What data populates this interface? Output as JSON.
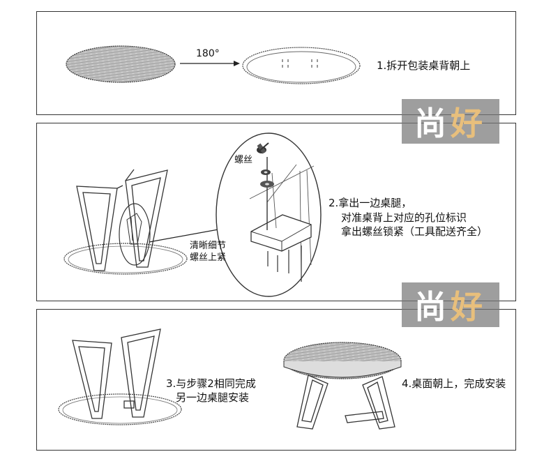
{
  "step1": {
    "rotate": "180°",
    "text": "1.拆开包装桌背朝上"
  },
  "step2": {
    "screw": "螺丝",
    "detail_line1": "清晰细节",
    "detail_line2": "螺丝上紧",
    "line1": "2.拿出一边桌腿，",
    "line2": "对准桌背上对应的孔位标识",
    "line3": "拿出螺丝锁紧（工具配送齐全）"
  },
  "step3": {
    "line1": "3.与步骤2相同完成",
    "line2": "另一边桌腿安装"
  },
  "step4": {
    "text": "4.桌面朝上，完成安装"
  },
  "watermark": {
    "char1": "尚",
    "char2": "好"
  }
}
